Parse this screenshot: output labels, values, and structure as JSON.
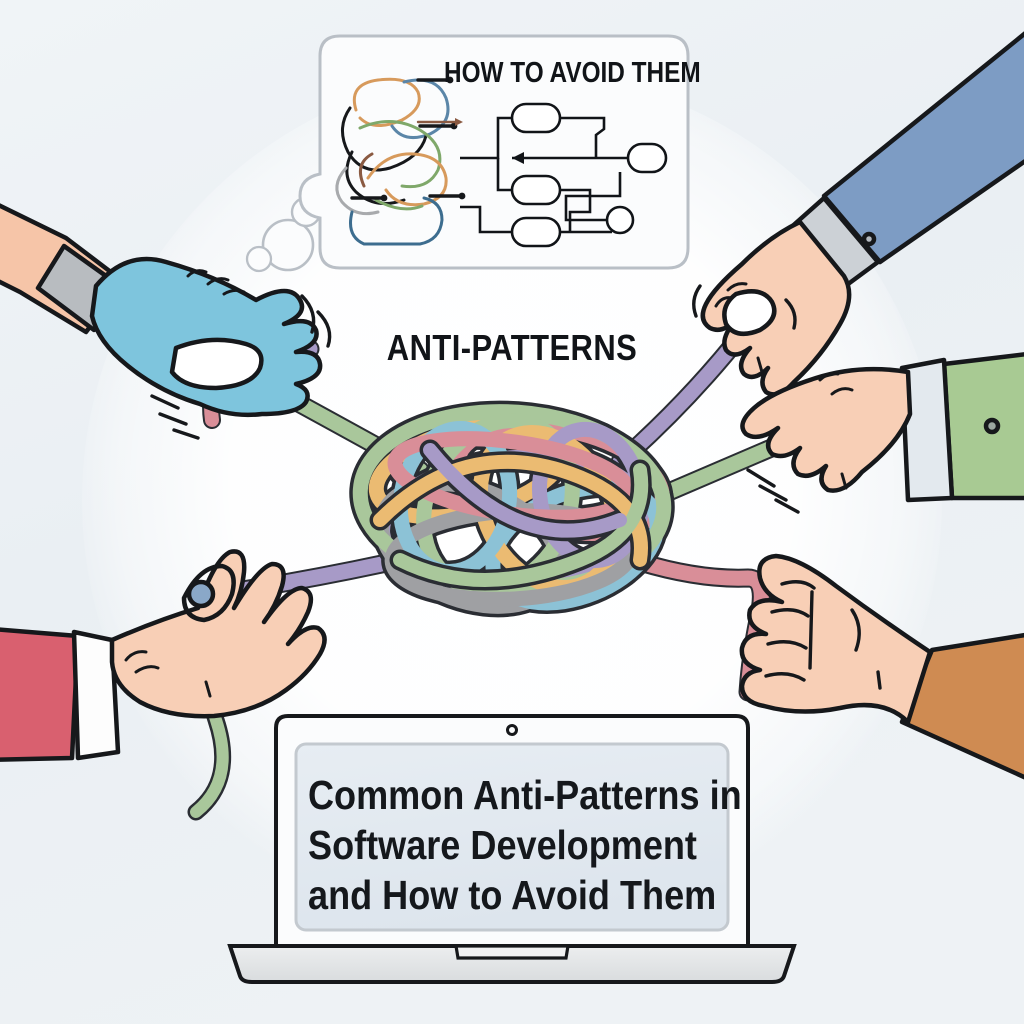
{
  "scene": {
    "kind": "illustration",
    "title_center": "ANTI-PATTERNS",
    "background_color": "#eef2f5",
    "glow_color": "#ffffff"
  },
  "thought_bubble": {
    "heading": "HOW TO AVOID THEM",
    "bubble_fill": "#fbfcfd",
    "bubble_stroke": "#b9bfc6",
    "trail_circles": 3,
    "mini_tangle": {
      "name": "messy-loops",
      "colors": [
        "#d79a5c",
        "#7fa86a",
        "#5b86a8",
        "#8a5a42",
        "#a8aaad",
        "#16181b"
      ]
    },
    "flowchart": {
      "name": "clean-flowchart",
      "node_count": 6,
      "stroke": "#111418",
      "fill": "#ffffff"
    }
  },
  "tangle": {
    "name": "cord-tangle",
    "label": "ANTI-PATTERNS",
    "cord_colors": {
      "rose": "#d98e98",
      "sage": "#a9c79b",
      "sand": "#ebbb72",
      "purple": "#a79ac7",
      "gray": "#9fa0a3",
      "blue": "#8cc2d6"
    },
    "outline": "#2a2d33"
  },
  "hands": [
    {
      "name": "hand-top-left",
      "position": "top-left",
      "glove": "blue-latex-glove",
      "glove_color": "#7ec5dd",
      "cuff_color": "#b8bcc0",
      "sleeve_color": "#f6c5a8",
      "skin_color": "#f7cdb4",
      "pulling_cords": [
        "sage",
        "rose",
        "purple"
      ]
    },
    {
      "name": "hand-top-right",
      "position": "top-right",
      "glove": "none",
      "sleeve_color": "#7d9cc4",
      "cuff_color": "#ccd1d6",
      "skin_color": "#f8cfb6",
      "pulling_cords": [
        "purple"
      ]
    },
    {
      "name": "hand-right",
      "position": "right",
      "glove": "none",
      "sleeve_color": "#a8ca93",
      "cuff_color": "#e3e9ee",
      "skin_color": "#f8cfb6",
      "pulling_cords": [
        "sage"
      ]
    },
    {
      "name": "hand-bottom-left",
      "position": "bottom-left",
      "glove": "none",
      "sleeve_color": "#d9606f",
      "cuff_color": "#fdfdfd",
      "skin_color": "#f8cfb6",
      "pulling_cords": [
        "sage",
        "purple"
      ]
    },
    {
      "name": "hand-bottom-right",
      "position": "bottom-right",
      "glove": "none",
      "sleeve_color": "#cf8b52",
      "cuff_color": "#cf8b52",
      "skin_color": "#f8cfb6",
      "pulling_cords": [
        "rose"
      ]
    }
  ],
  "laptop": {
    "name": "laptop",
    "body_color": "#fbfcfd",
    "screen_color": "#e3eaf1",
    "base_color": "#e6e8ea",
    "outline": "#16181b",
    "title_lines": [
      "Common Anti-Patterns in",
      "Software Development",
      "and How to Avoid Them"
    ]
  }
}
